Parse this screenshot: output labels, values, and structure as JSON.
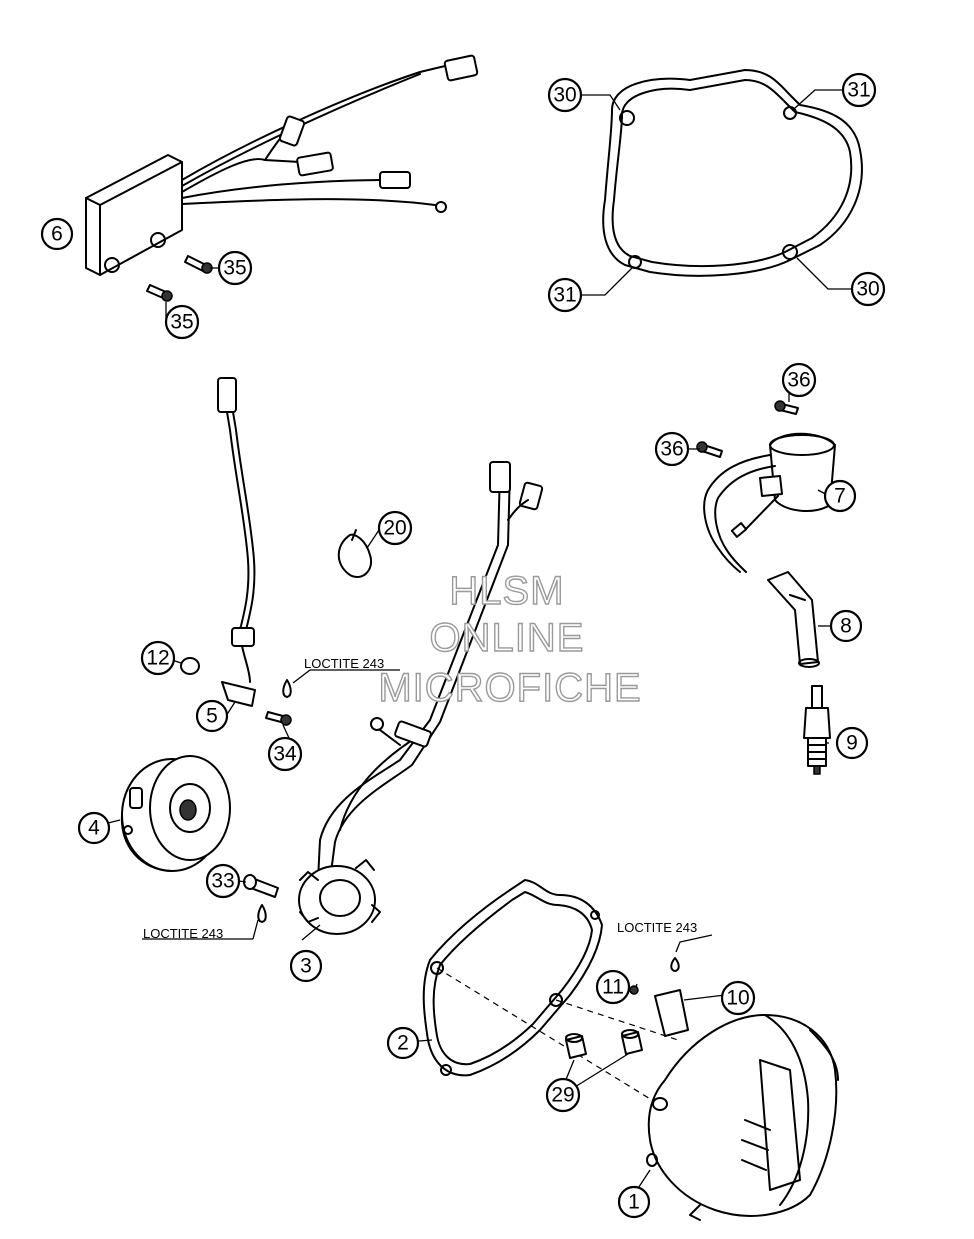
{
  "callouts": [
    {
      "label": "1"
    },
    {
      "label": "2"
    },
    {
      "label": "3"
    },
    {
      "label": "4"
    },
    {
      "label": "5"
    },
    {
      "label": "6"
    },
    {
      "label": "7"
    },
    {
      "label": "8"
    },
    {
      "label": "9"
    },
    {
      "label": "10"
    },
    {
      "label": "11"
    },
    {
      "label": "12"
    },
    {
      "label": "20"
    },
    {
      "label": "29"
    },
    {
      "label": "30"
    },
    {
      "label": "30"
    },
    {
      "label": "31"
    },
    {
      "label": "31"
    },
    {
      "label": "33"
    },
    {
      "label": "34"
    },
    {
      "label": "35"
    },
    {
      "label": "35"
    },
    {
      "label": "36"
    },
    {
      "label": "36"
    }
  ],
  "notes": {
    "loctite_1": "LOCTITE 243",
    "loctite_2": "LOCTITE 243",
    "loctite_3": "LOCTITE 243"
  },
  "watermark": {
    "line1": "HLSM",
    "line2": "ONLINE",
    "line3": "MICROFICHE"
  }
}
